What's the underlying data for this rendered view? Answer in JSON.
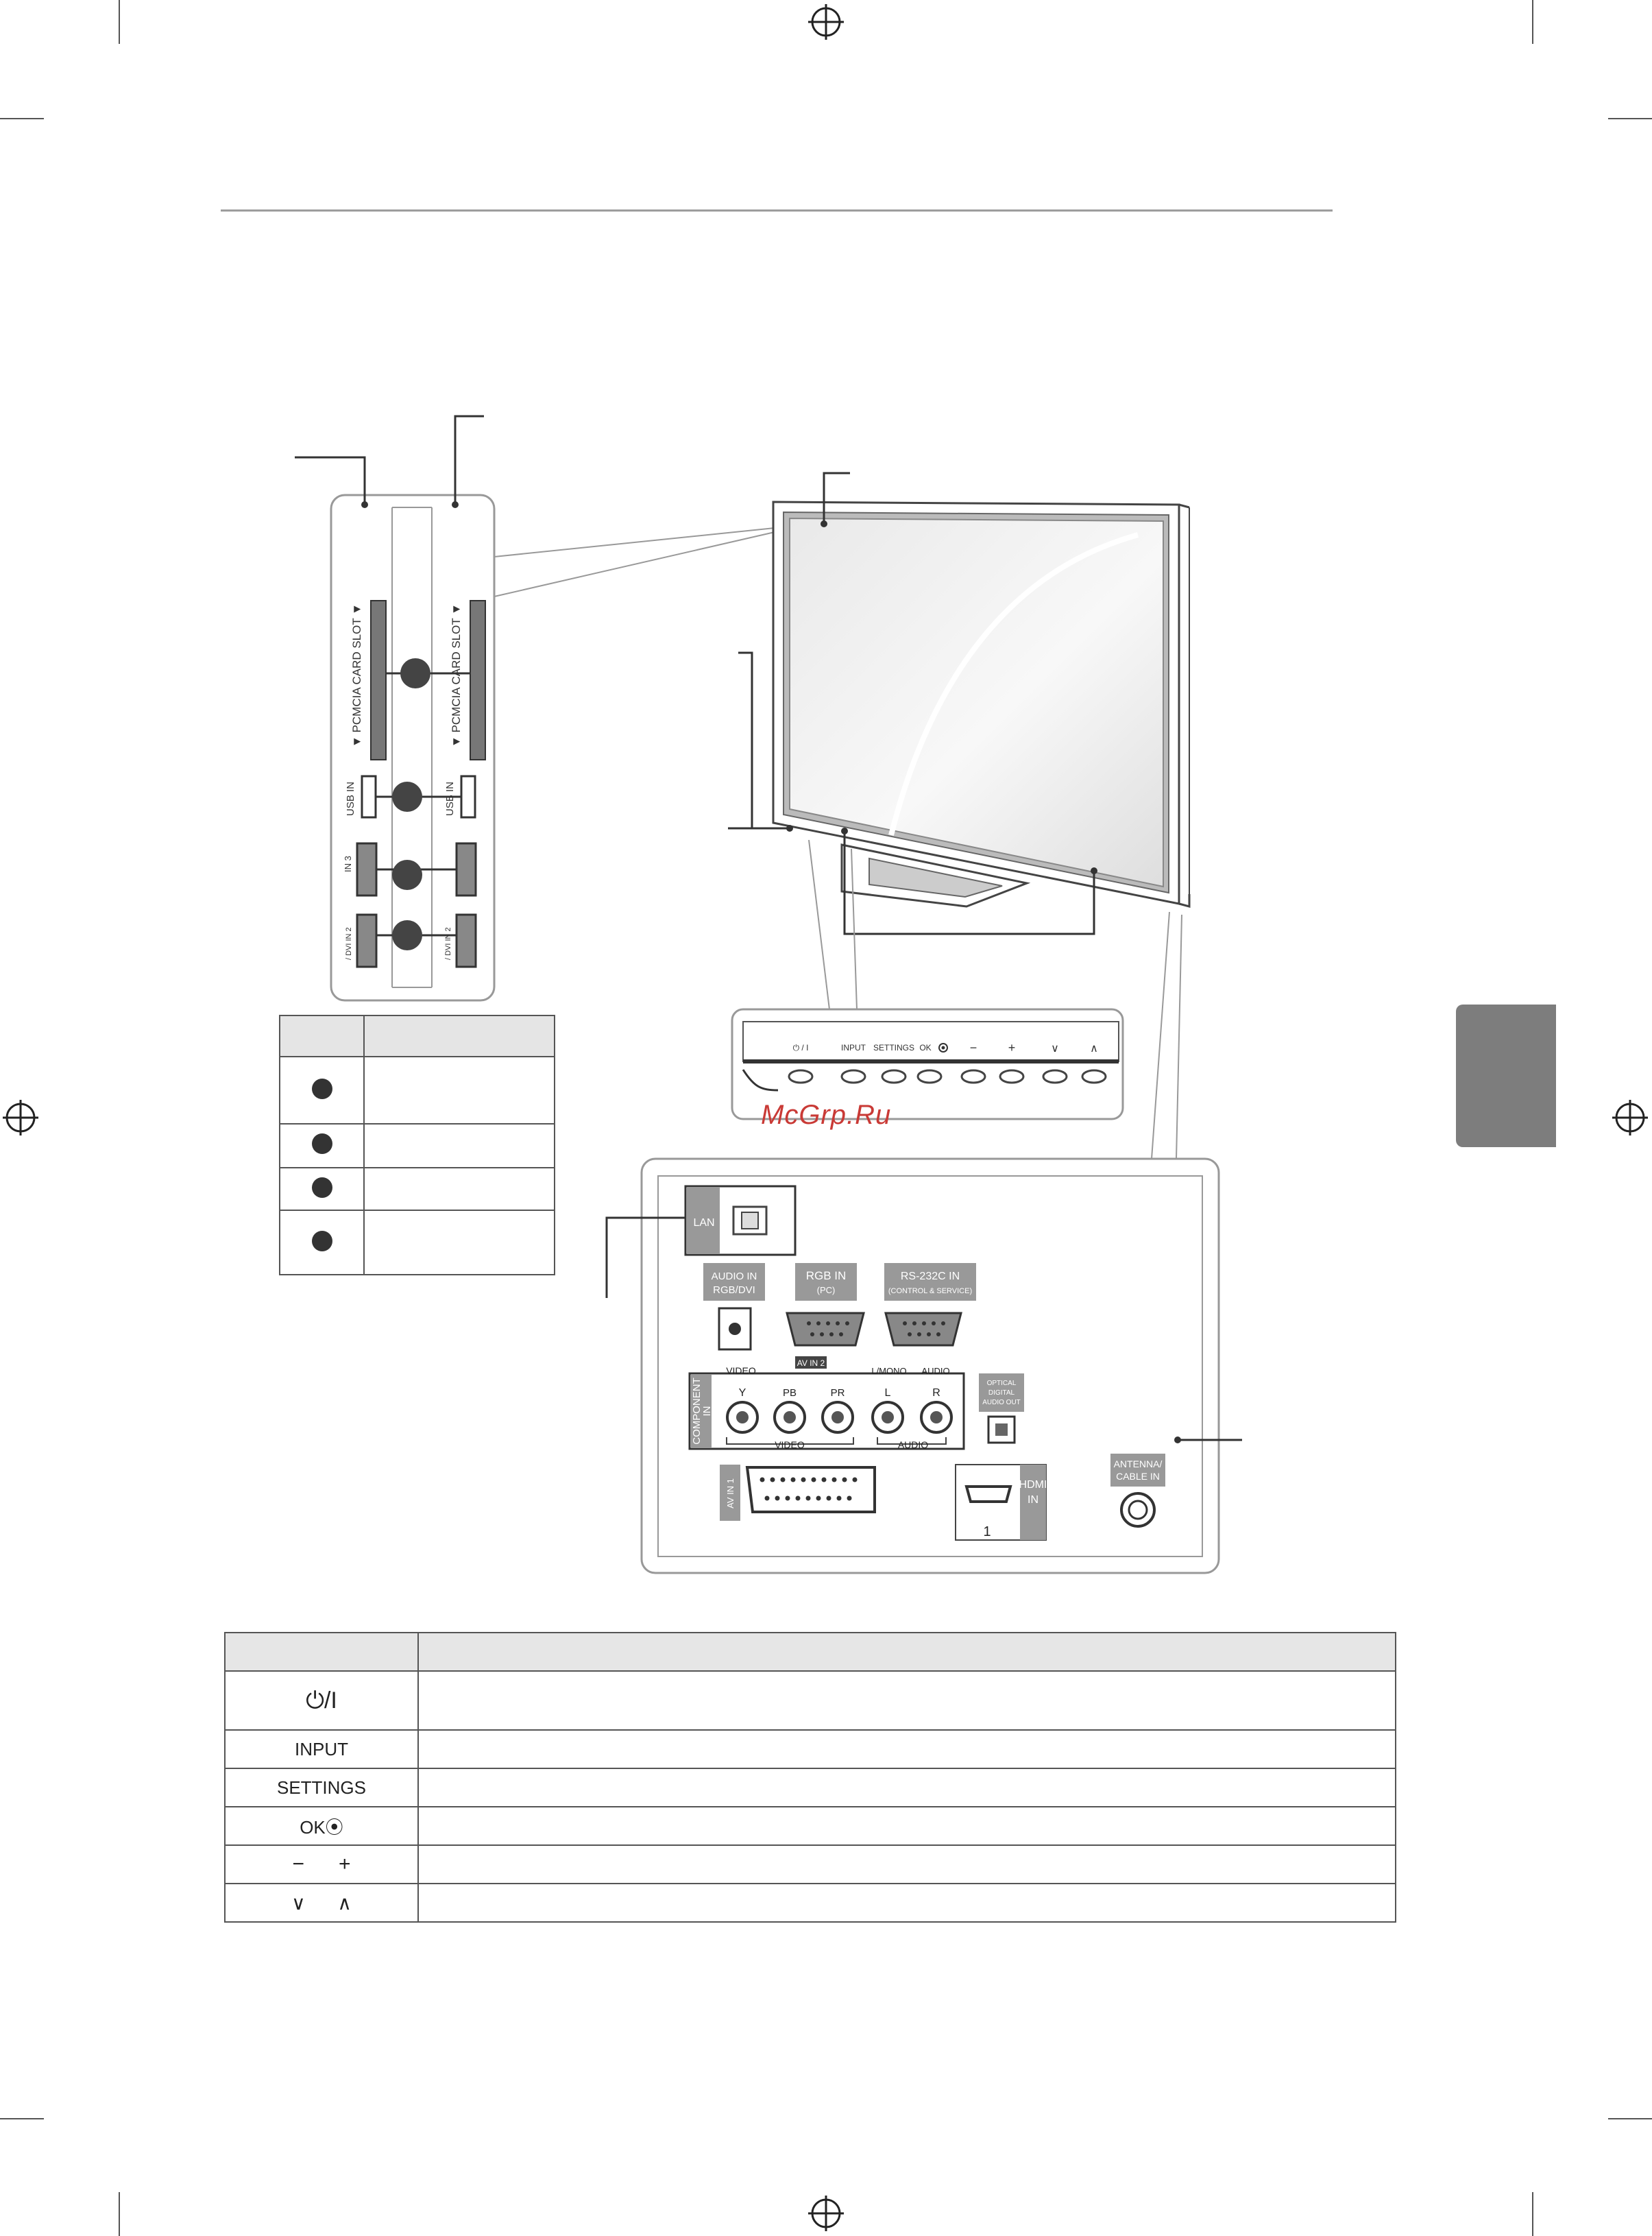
{
  "side_panel": {
    "pcmcia_label": "▼ PCMCIA CARD SLOT ▼",
    "usb_label": "USB IN",
    "hdmi3_label": "IN 3",
    "hdmi2_label": "/ DVI IN 2"
  },
  "front_buttons": {
    "labels": [
      "⏻ / I",
      "INPUT",
      "SETTINGS",
      "OK",
      "−",
      "+",
      "∨",
      "∧"
    ]
  },
  "rear_panel": {
    "lan": "LAN",
    "audio_in": [
      "AUDIO IN",
      "RGB/DVI"
    ],
    "rgb_in": [
      "RGB IN",
      "(PC)"
    ],
    "rs232": [
      "RS-232C IN",
      "(CONTROL & SERVICE)"
    ],
    "av_in2": "AV IN 2",
    "video_top": "VIDEO",
    "l_mono": "L/MONO",
    "audio_top": "AUDIO",
    "component_in": [
      "COMPONENT",
      "IN"
    ],
    "jack_labels": [
      "Y",
      "PB",
      "PR",
      "L",
      "R"
    ],
    "video_bottom": "VIDEO",
    "audio_bottom": "AUDIO",
    "optical": [
      "OPTICAL",
      "DIGITAL",
      "AUDIO OUT"
    ],
    "av_in1": "AV IN 1",
    "hdmi_in": [
      "HDMI",
      "IN"
    ],
    "hdmi_num": "1",
    "antenna": [
      "ANTENNA/",
      "CABLE IN"
    ]
  },
  "watermark": "McGrp.Ru",
  "button_table": {
    "rows": [
      "⏻/I",
      "INPUT",
      "SETTINGS",
      "OK⦿",
      "−      +",
      "∨      ∧"
    ]
  }
}
